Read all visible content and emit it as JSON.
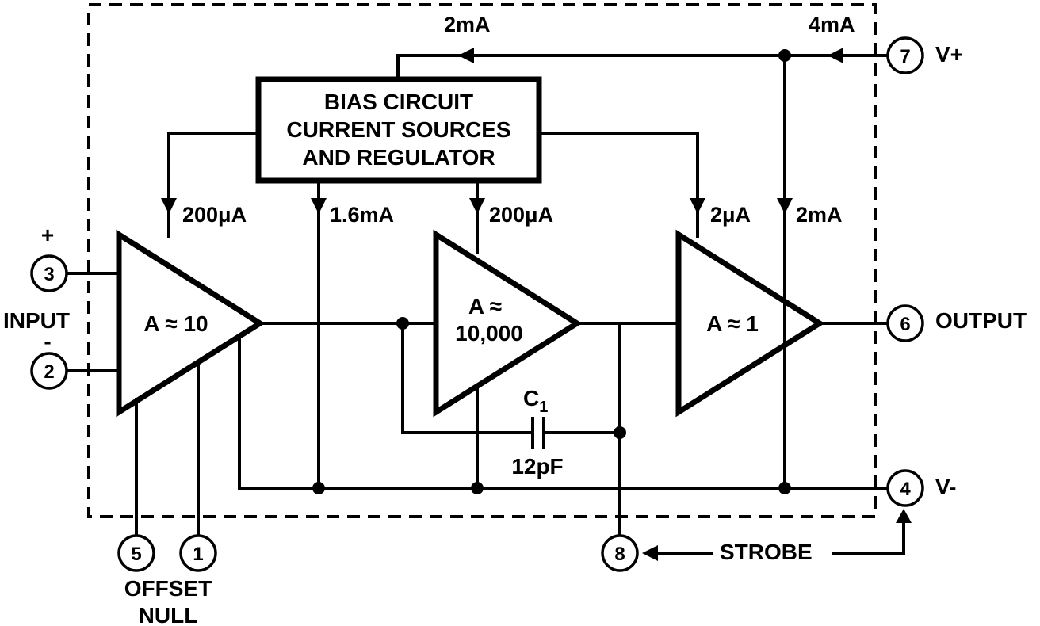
{
  "bias_block": {
    "line1": "BIAS CIRCUIT",
    "line2": "CURRENT SOURCES",
    "line3": "AND REGULATOR"
  },
  "currents": {
    "supply_to_bias": "2mA",
    "supply_in": "4mA",
    "stage1_bias": "200μA",
    "bias_to_vminus": "1.6mA",
    "stage2_bias": "200μA",
    "stage3_bias": "2μA",
    "stage3_supply": "2mA"
  },
  "amplifiers": {
    "stage1_gain": "A ≈ 10",
    "stage2_gain_line1": "A ≈",
    "stage2_gain_line2": "10,000",
    "stage3_gain": "A ≈ 1"
  },
  "capacitor": {
    "name": "C",
    "subscript": "1",
    "value": "12pF"
  },
  "pins": {
    "pin1": "1",
    "pin2": "2",
    "pin3": "3",
    "pin4": "4",
    "pin5": "5",
    "pin6": "6",
    "pin7": "7",
    "pin8": "8"
  },
  "labels": {
    "plus": "+",
    "minus": "-",
    "input": "INPUT",
    "output": "OUTPUT",
    "vplus": "V+",
    "vminus": "V-",
    "strobe": "STROBE",
    "offset": "OFFSET",
    "null": "NULL"
  }
}
